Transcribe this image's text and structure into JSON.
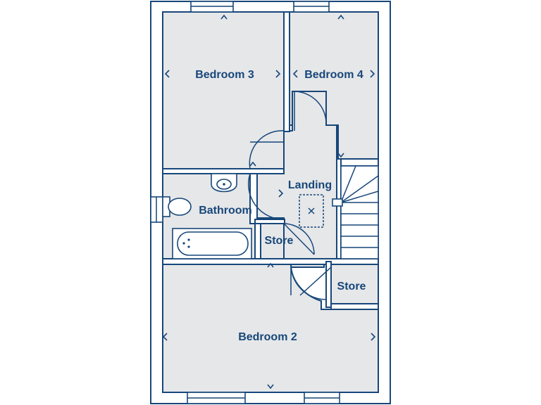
{
  "colors": {
    "wall": "#17477a",
    "floor": "#e6e7e9",
    "background": "#ffffff"
  },
  "rooms": {
    "bedroom3": "Bedroom 3",
    "bedroom4": "Bedroom 4",
    "landing": "Landing",
    "bathroom": "Bathroom",
    "store1": "Store",
    "store2": "Store",
    "bedroom2": "Bedroom 2"
  },
  "icons": [
    "dimension-arrow-icon",
    "loft-hatch-icon",
    "toilet-icon",
    "basin-icon",
    "bath-icon",
    "door-swing-icon",
    "stairs-icon",
    "window-icon"
  ]
}
